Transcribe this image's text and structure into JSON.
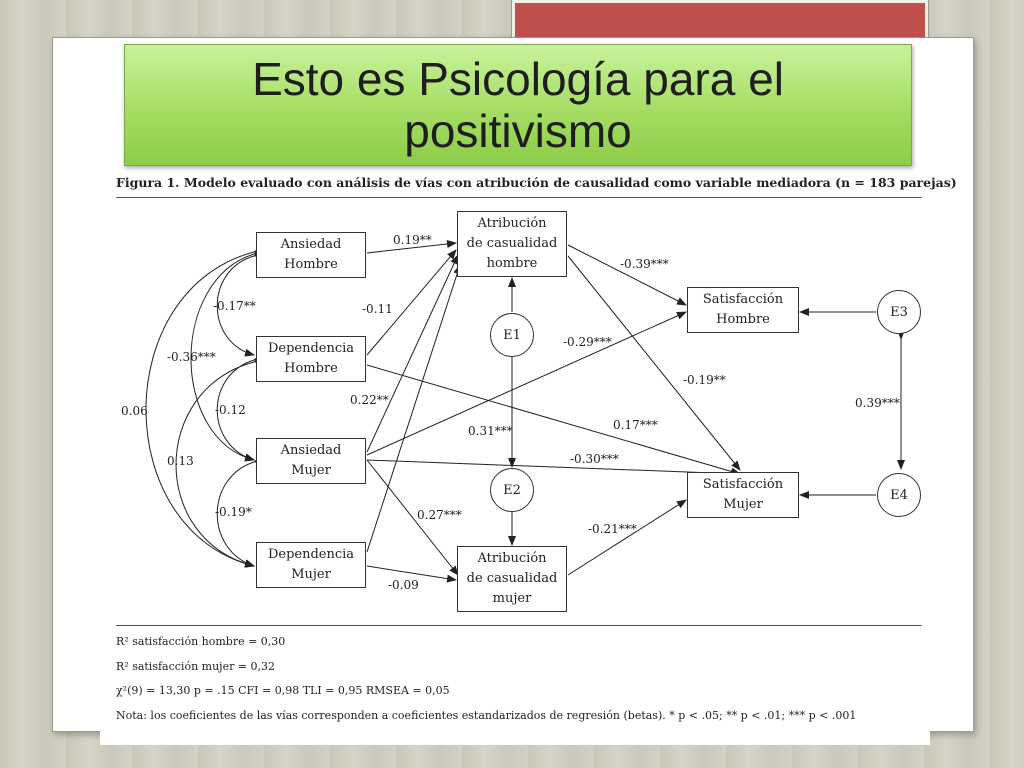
{
  "slide": {
    "title": "Esto es Psicología para el positivismo"
  },
  "figure": {
    "caption": "Figura 1. Modelo evaluado con análisis de vías con atribución de causalidad como variable mediadora (n = 183 parejas)",
    "nodes": {
      "ansiedad_hombre": [
        "Ansiedad",
        "Hombre"
      ],
      "dependencia_hombre": [
        "Dependencia",
        "Hombre"
      ],
      "ansiedad_mujer": [
        "Ansiedad",
        "Mujer"
      ],
      "dependencia_mujer": [
        "Dependencia",
        "Mujer"
      ],
      "atribucion_hombre": [
        "Atribución",
        "de casualidad",
        "hombre"
      ],
      "atribucion_mujer": [
        "Atribución",
        "de casualidad",
        "mujer"
      ],
      "satisfaccion_hombre": [
        "Satisfacción",
        "Hombre"
      ],
      "satisfaccion_mujer": [
        "Satisfacción",
        "Mujer"
      ],
      "e1": "E1",
      "e2": "E2",
      "e3": "E3",
      "e4": "E4"
    },
    "coefficients": {
      "ah_to_atrh": "0.19**",
      "dh_to_atrh": "-0.11",
      "am_to_atrh": "0.22**",
      "atrh_to_sath": "-0.39***",
      "am_to_sath": "-0.29***",
      "atrh_to_satm": "-0.19**",
      "dh_to_satm": "0.17***",
      "am_to_satm": "-0.30***",
      "am_to_atrm": "0.27***",
      "dm_to_atrm": "-0.09",
      "atrm_to_satm": "-0.21***",
      "e1_e2": "0.31***",
      "e3_e4": "0.39***",
      "cov_ah_dh": "-0.17**",
      "cov_ah_am": "-0.36***",
      "cov_dh_am": "-0.12",
      "cov_ah_dm": "0.06",
      "cov_dh_dm": "0.13",
      "cov_am_dm": "-0.19*"
    },
    "notes": {
      "r2_hombre": "R² satisfacción hombre = 0,30",
      "r2_mujer": "R² satisfacción mujer = 0,32",
      "chi": "χ²(9) = 13,30 p = .15 CFI = 0,98 TLI = 0,95 RMSEA = 0,05",
      "nota": "Nota: los coeficientes de las vías corresponden a coeficientes estandarizados de regresión (betas). * p < .05; ** p < .01; *** p < .001"
    }
  }
}
